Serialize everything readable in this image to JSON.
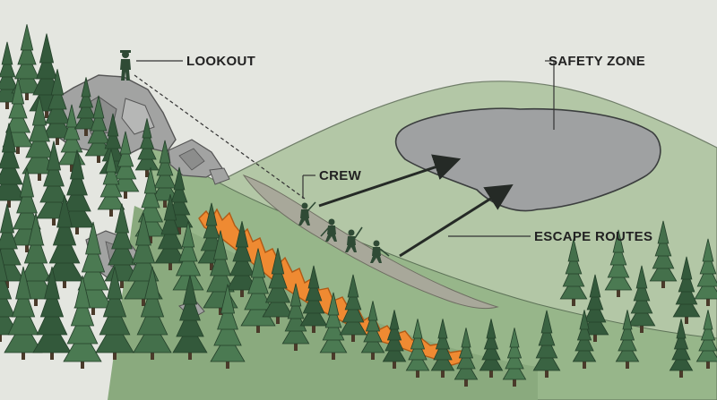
{
  "labels": {
    "lookout": "LOOKOUT",
    "safety_zone": "SAFETY ZONE",
    "crew": "CREW",
    "escape_routes": "ESCAPE ROUTES"
  },
  "colors": {
    "sky": "#e4e6e0",
    "far_hill": "#b3c7a6",
    "mid_slope": "#97b68a",
    "path": "#a8a89a",
    "fire": "#ef8a32",
    "trees": "#3a6342",
    "rock": "#a2a3a2",
    "safety_zone": "#9fa1a2",
    "crew": "#2f4a35",
    "arrow": "#252a26"
  }
}
